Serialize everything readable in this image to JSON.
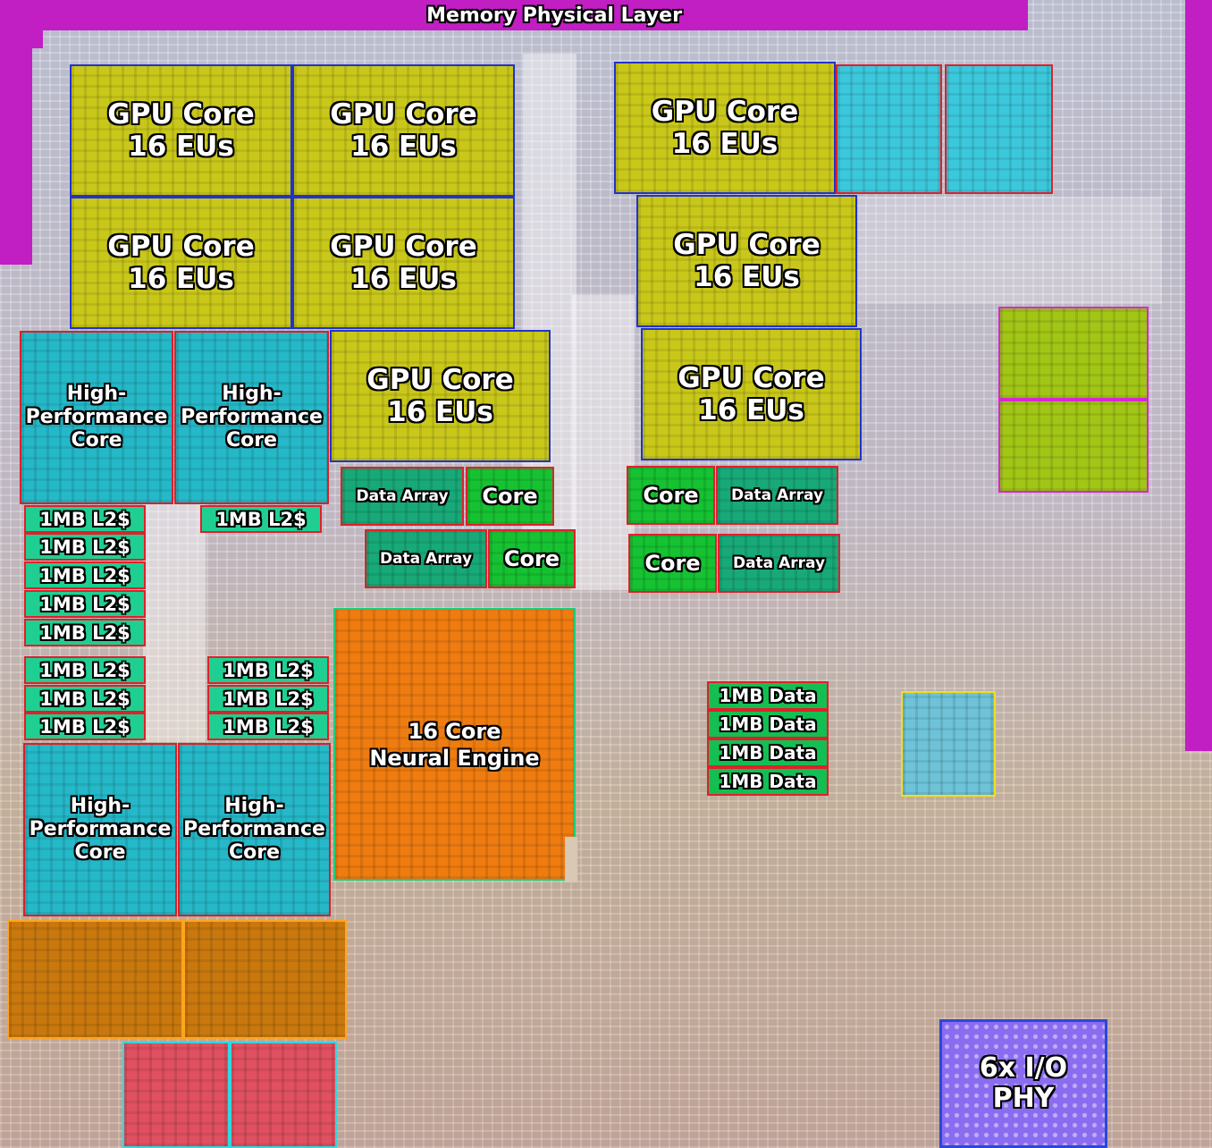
{
  "memory_phy": {
    "label": "Memory Physical Layer"
  },
  "gpu_core": {
    "line1": "GPU Core",
    "line2": "16 EUs"
  },
  "hp_core": {
    "line1": "High-",
    "line2": "Performance",
    "line3": "Core"
  },
  "l2_cache": {
    "label": "1MB L2$"
  },
  "data_array": {
    "label": "Data Array"
  },
  "efficiency_core": {
    "label": "Core"
  },
  "data_cache": {
    "label": "1MB Data"
  },
  "neural_engine": {
    "line1": "16 Core",
    "line2": "Neural Engine"
  },
  "io_phy": {
    "line1": "6x I/O",
    "line2": "PHY"
  },
  "colors": {
    "gpu": "#c9c81a",
    "hp_core": "#25b8c8",
    "l2": "#1fcf92",
    "data_array": "#18a978",
    "core": "#16c232",
    "neural_engine": "#ef7c10",
    "io_phy": "#8a6cf0",
    "memory_phy": "#c11ec3"
  }
}
